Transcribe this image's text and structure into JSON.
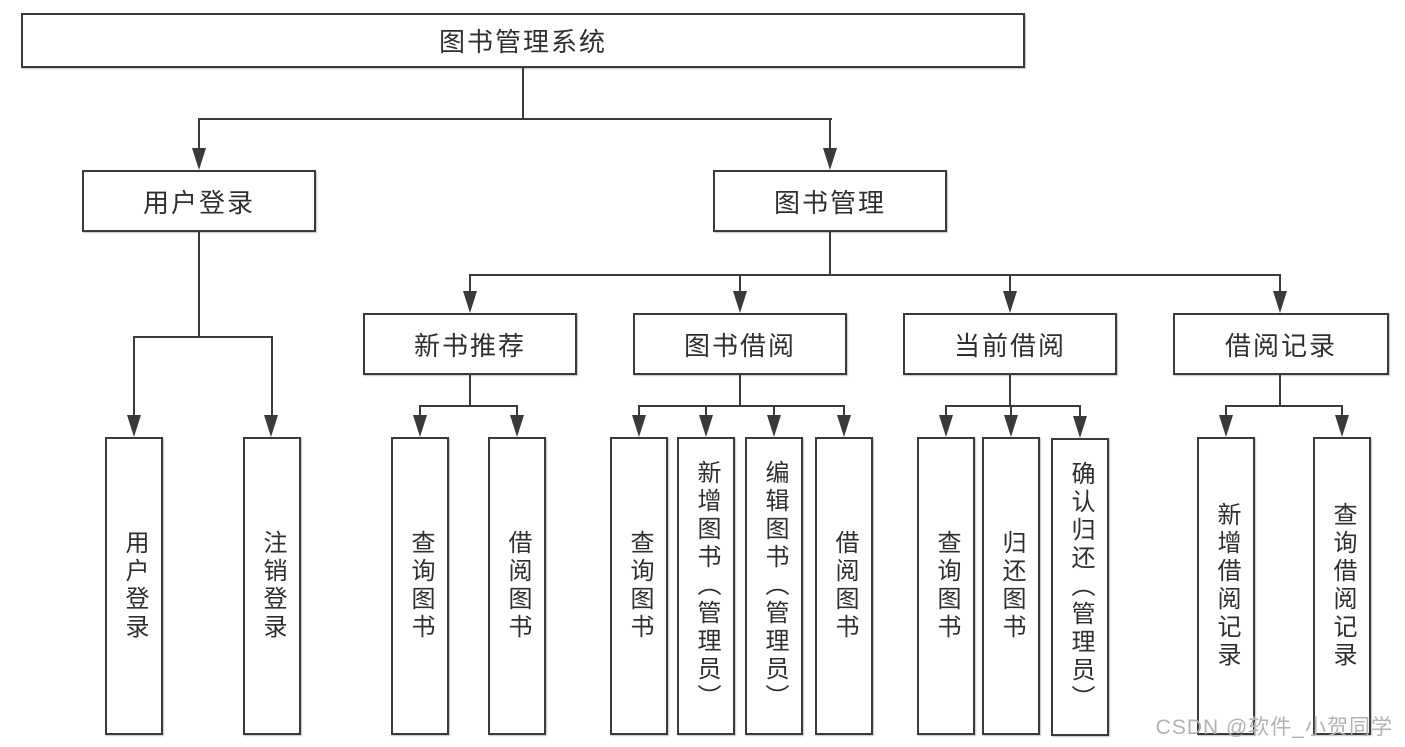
{
  "colors": {
    "line": "#3a3a3a",
    "text": "#2f2f2f",
    "background": "#ffffff",
    "watermark": "#b3b3b3"
  },
  "nodes": {
    "root": {
      "label": "图书管理系统"
    },
    "user_login": {
      "label": "用户登录"
    },
    "book_management": {
      "label": "图书管理"
    },
    "new_book_recommend": {
      "label": "新书推荐"
    },
    "book_borrow": {
      "label": "图书借阅"
    },
    "current_borrow": {
      "label": "当前借阅"
    },
    "borrow_record": {
      "label": "借阅记录"
    },
    "leaf_user_login": {
      "label": "用户登录"
    },
    "leaf_logout": {
      "label": "注销登录"
    },
    "leaf_nb_query_book": {
      "label": "查询图书"
    },
    "leaf_nb_borrow_book": {
      "label": "借阅图书"
    },
    "leaf_bb_query_book": {
      "label": "查询图书"
    },
    "leaf_bb_add_book": {
      "label": "新增图书（管理员）"
    },
    "leaf_bb_edit_book": {
      "label": "编辑图书（管理员）"
    },
    "leaf_bb_borrow_book": {
      "label": "借阅图书"
    },
    "leaf_cb_query_book": {
      "label": "查询图书"
    },
    "leaf_cb_return_book": {
      "label": "归还图书"
    },
    "leaf_cb_confirm_return": {
      "label": "确认归还（管理员）"
    },
    "leaf_br_add_record": {
      "label": "新增借阅记录"
    },
    "leaf_br_query_record": {
      "label": "查询借阅记录"
    }
  },
  "watermark": "CSDN @软件_小贺同学"
}
